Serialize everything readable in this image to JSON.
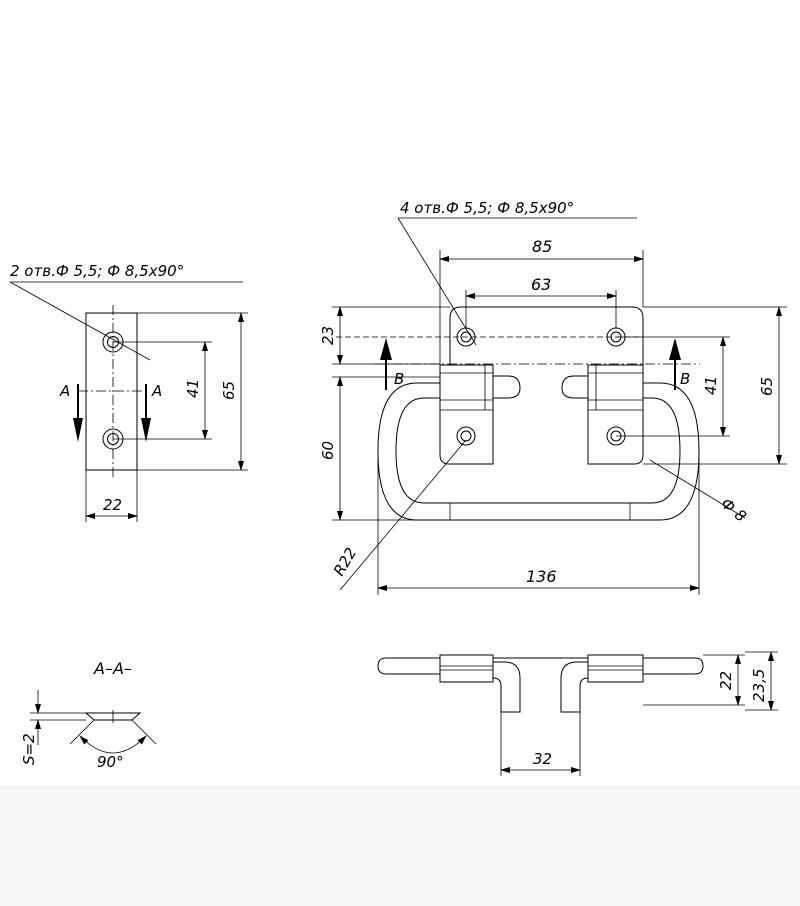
{
  "side_view": {
    "callout": "2 отв.Ф 5,5;  Ф 8,5x90°",
    "section_left": "A",
    "section_right": "A",
    "dim_hole_spacing": "41",
    "dim_height": "65",
    "dim_width": "22"
  },
  "front_view": {
    "callout": "4 отв.Ф 5,5;  Ф 8,5x90°",
    "dim_overall_plates": "85",
    "dim_hole_spacing_h": "63",
    "dim_top": "23",
    "dim_loop_height": "60",
    "dim_hole_spacing_v": "41",
    "dim_plate_height": "65",
    "dim_radius": "R22",
    "dim_wire": "Ф 8",
    "dim_overall_length": "136",
    "view_left": "B",
    "view_right": "B"
  },
  "section": {
    "title": "A–A–",
    "thickness": "S=2",
    "angle": "90°"
  },
  "bottom_view": {
    "dim_gap": "32",
    "dim_h1": "22",
    "dim_h2": "23,5"
  }
}
